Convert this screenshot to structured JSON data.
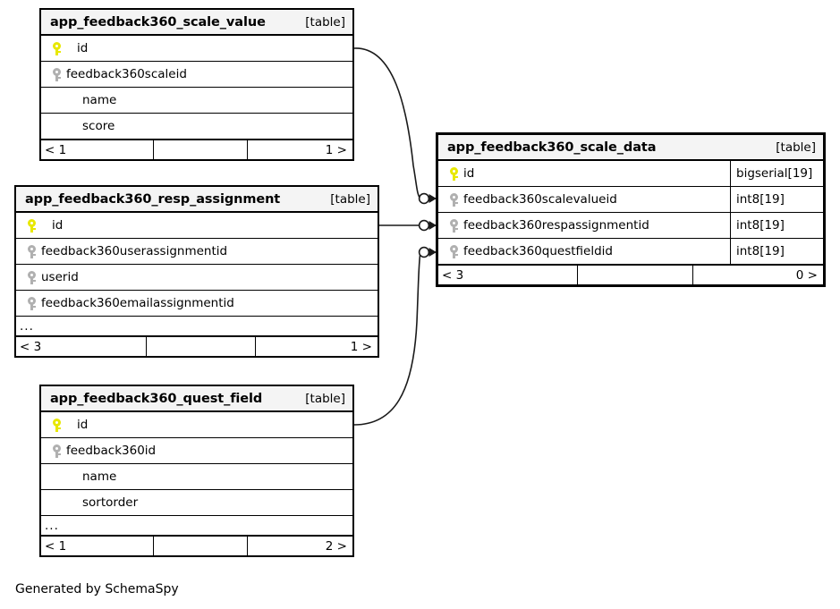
{
  "diagram": {
    "kind_label": "[table]",
    "ellipsis": "...",
    "credit": "Generated by SchemaSpy"
  },
  "tables": {
    "scale_value": {
      "name": "app_feedback360_scale_value",
      "kind": "[table]",
      "columns": [
        {
          "name": "id",
          "key": "primary",
          "type": ""
        },
        {
          "name": "feedback360scaleid",
          "key": "foreign",
          "type": ""
        },
        {
          "name": "name",
          "key": "none",
          "type": ""
        },
        {
          "name": "score",
          "key": "none",
          "type": ""
        }
      ],
      "has_ellipsis": false,
      "footer": {
        "left": "< 1",
        "middle": "",
        "right": "1 >"
      }
    },
    "resp_assignment": {
      "name": "app_feedback360_resp_assignment",
      "kind": "[table]",
      "columns": [
        {
          "name": "id",
          "key": "primary",
          "type": ""
        },
        {
          "name": "feedback360userassignmentid",
          "key": "foreign",
          "type": ""
        },
        {
          "name": "userid",
          "key": "foreign",
          "type": ""
        },
        {
          "name": "feedback360emailassignmentid",
          "key": "foreign",
          "type": ""
        }
      ],
      "has_ellipsis": true,
      "footer": {
        "left": "< 3",
        "middle": "",
        "right": "1 >"
      }
    },
    "quest_field": {
      "name": "app_feedback360_quest_field",
      "kind": "[table]",
      "columns": [
        {
          "name": "id",
          "key": "primary",
          "type": ""
        },
        {
          "name": "feedback360id",
          "key": "foreign",
          "type": ""
        },
        {
          "name": "name",
          "key": "none",
          "type": ""
        },
        {
          "name": "sortorder",
          "key": "none",
          "type": ""
        }
      ],
      "has_ellipsis": true,
      "footer": {
        "left": "< 1",
        "middle": "",
        "right": "2 >"
      }
    },
    "scale_data": {
      "name": "app_feedback360_scale_data",
      "kind": "[table]",
      "columns": [
        {
          "name": "id",
          "key": "primary",
          "type": "bigserial[19]"
        },
        {
          "name": "feedback360scalevalueid",
          "key": "foreign",
          "type": "int8[19]"
        },
        {
          "name": "feedback360respassignmentid",
          "key": "foreign",
          "type": "int8[19]"
        },
        {
          "name": "feedback360questfieldid",
          "key": "foreign",
          "type": "int8[19]"
        }
      ],
      "has_ellipsis": false,
      "footer": {
        "left": "< 3",
        "middle": "",
        "right": "0 >"
      }
    }
  },
  "relationships": [
    {
      "from": "app_feedback360_scale_value.id",
      "to": "app_feedback360_scale_data.feedback360scalevalueid"
    },
    {
      "from": "app_feedback360_resp_assignment.id",
      "to": "app_feedback360_scale_data.feedback360respassignmentid"
    },
    {
      "from": "app_feedback360_quest_field.id",
      "to": "app_feedback360_scale_data.feedback360questfieldid"
    }
  ],
  "colors": {
    "primary_key": "#e8e800",
    "foreign_key": "#b0b0b0",
    "header_bg": "#f4f4f4",
    "border": "#000000",
    "background": "#ffffff"
  }
}
